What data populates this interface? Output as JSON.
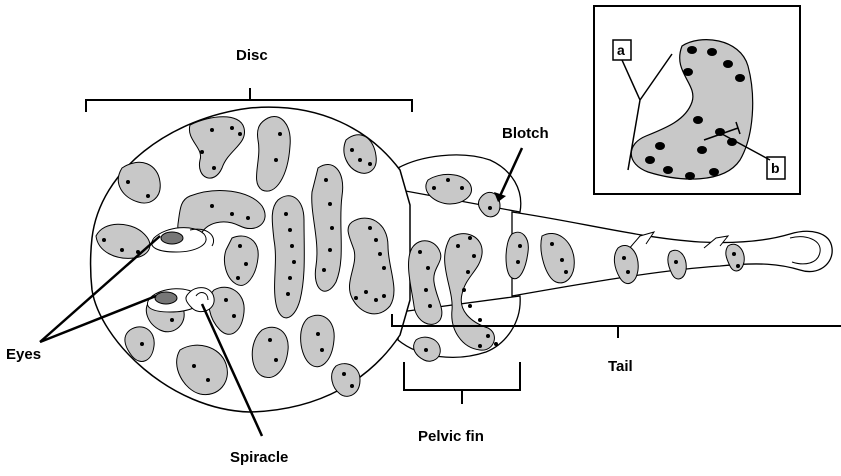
{
  "labels": {
    "disc": "Disc",
    "blotch": "Blotch",
    "eyes": "Eyes",
    "spiracle": "Spiracle",
    "pelvic_fin": "Pelvic fin",
    "tail": "Tail"
  },
  "inset": {
    "label_a": "a",
    "label_b": "b"
  },
  "colors": {
    "blotch_fill": "#c8c8c8",
    "outline": "#000000",
    "body_fill": "#ffffff"
  }
}
